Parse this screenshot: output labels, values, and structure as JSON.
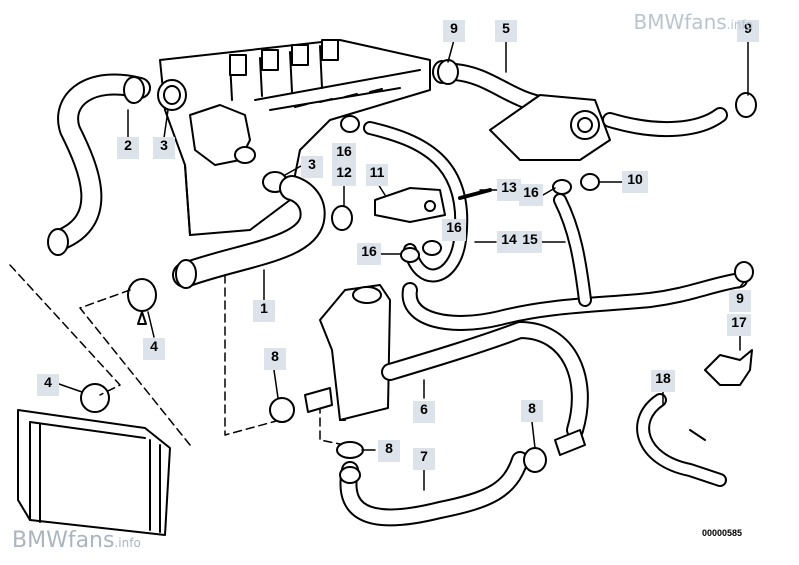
{
  "watermark": {
    "brand": "BMWfans",
    "suffix": ".info"
  },
  "reference_number": "00000585",
  "callouts": [
    "1",
    "2",
    "3",
    "3",
    "4",
    "4",
    "5",
    "6",
    "7",
    "8",
    "8",
    "8",
    "9",
    "9",
    "9",
    "10",
    "11",
    "12",
    "13",
    "14",
    "15",
    "16",
    "16",
    "16",
    "16",
    "17",
    "18"
  ],
  "colors": {
    "line": "#000000",
    "callout_bg": "#dde3ea",
    "watermark": "#b9c4cf"
  }
}
